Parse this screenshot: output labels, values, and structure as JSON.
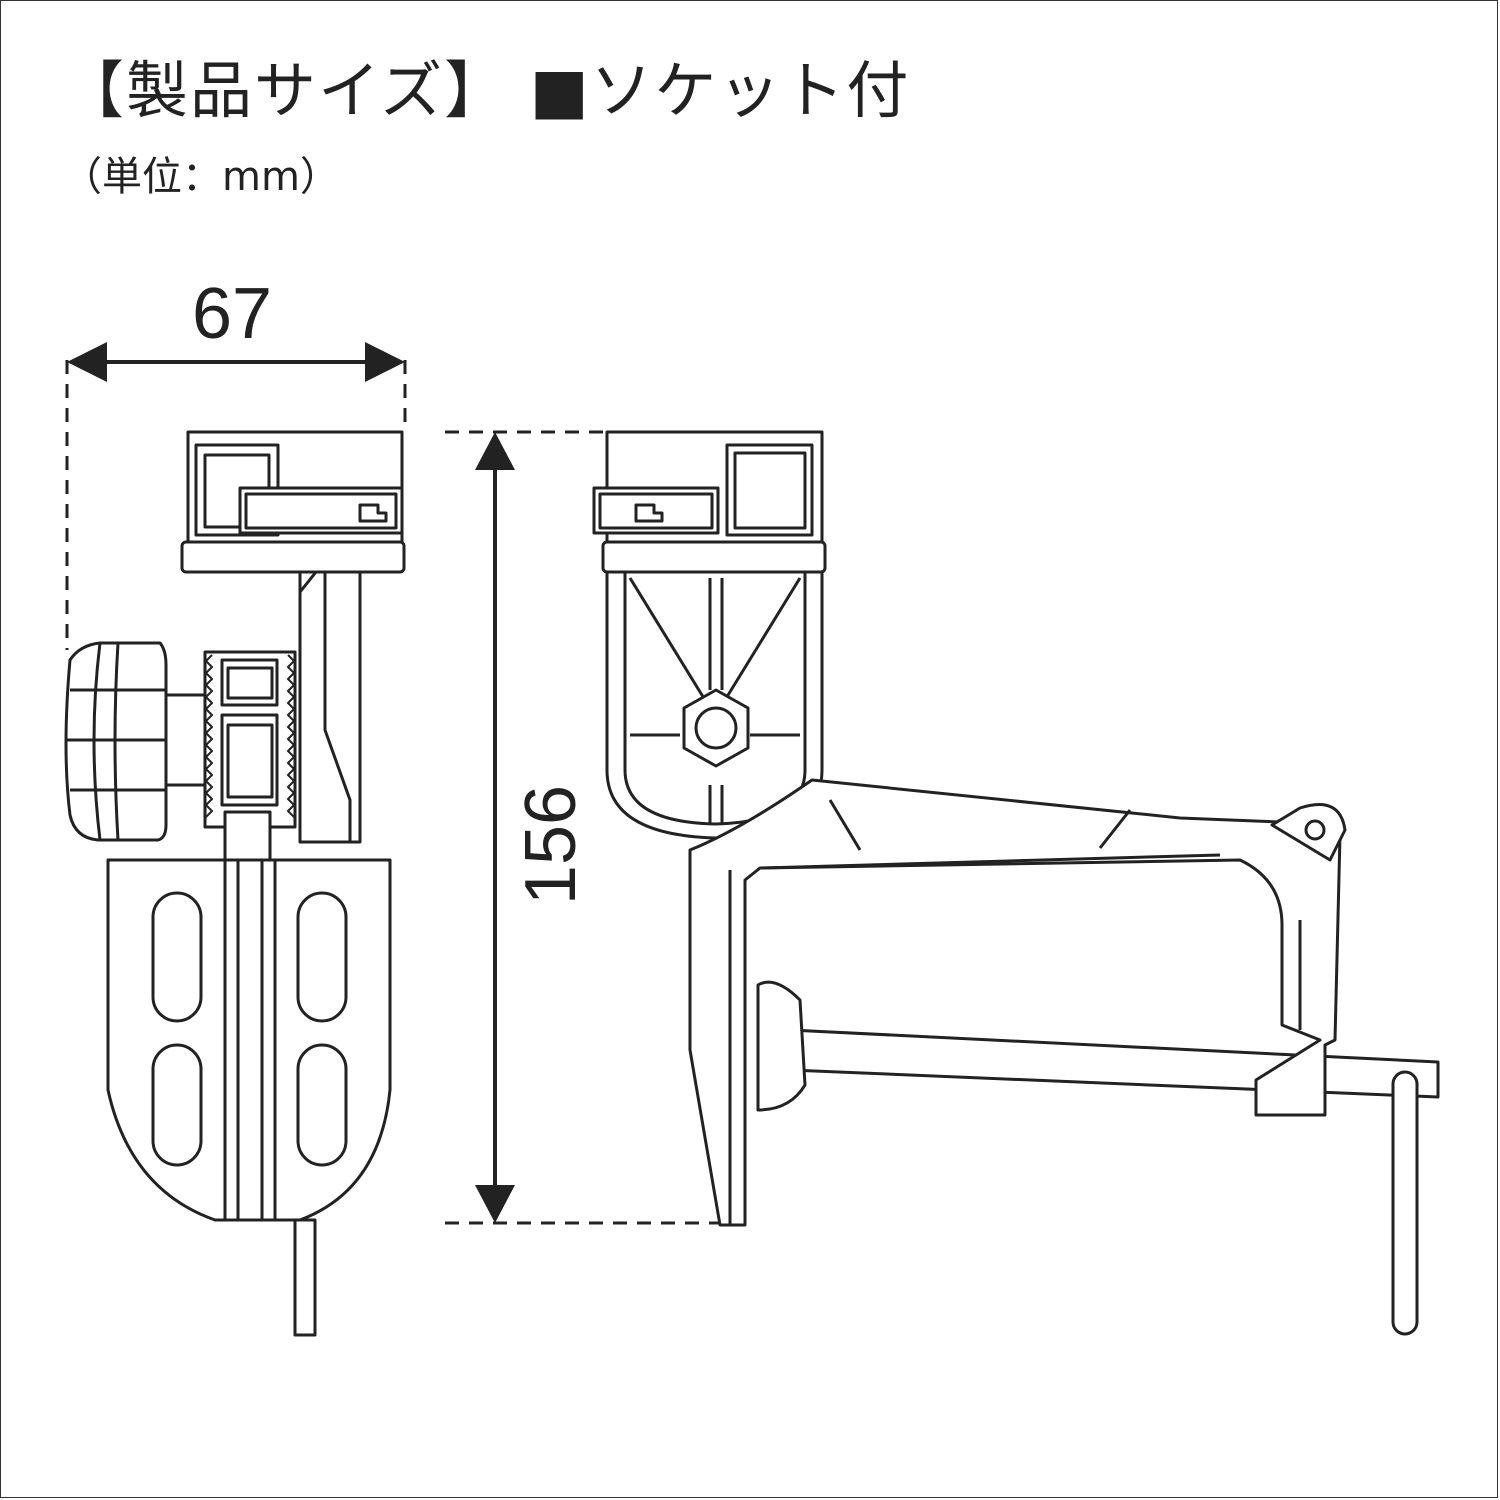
{
  "header": {
    "title": "【製品サイズ】 ■ソケット付",
    "unit_note": "（単位：mm）"
  },
  "dimensions": {
    "width_label": "67",
    "height_label": "156"
  },
  "colors": {
    "line": "#222222",
    "background": "#ffffff"
  }
}
